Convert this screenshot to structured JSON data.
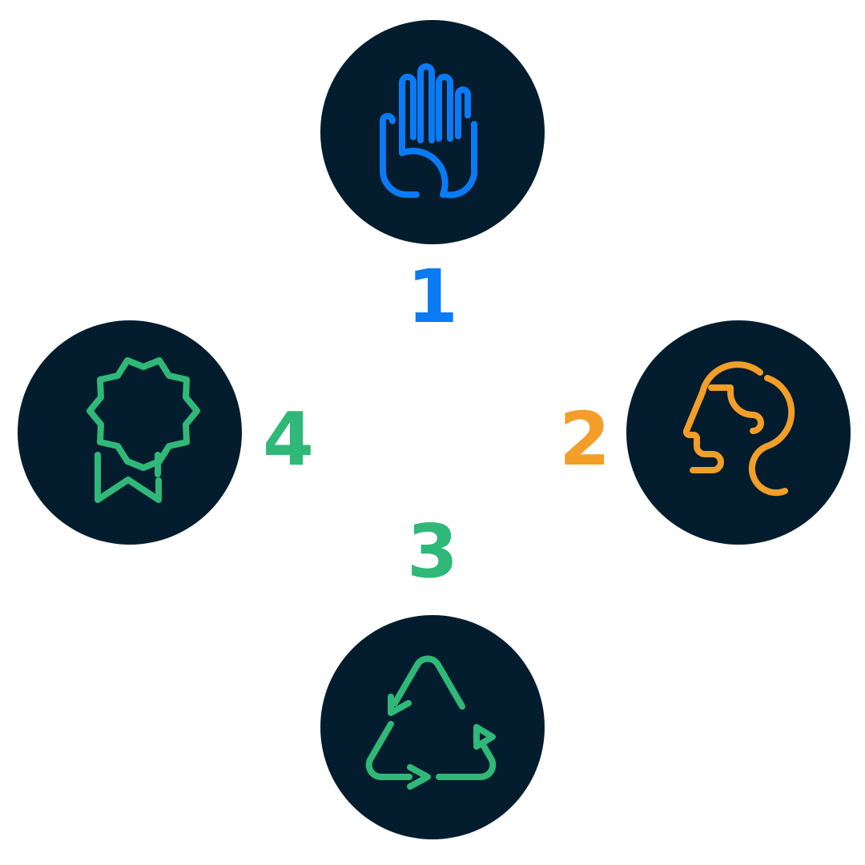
{
  "colors": {
    "background_circle": "#031d2e",
    "step1": "#0a7bf5",
    "step2": "#f29e28",
    "step3": "#2fb877",
    "step4": "#2fb877"
  },
  "steps": [
    {
      "number": "1",
      "icon": "hand-stop-icon"
    },
    {
      "number": "2",
      "icon": "human-head-profile-icon"
    },
    {
      "number": "3",
      "icon": "recycle-icon"
    },
    {
      "number": "4",
      "icon": "award-badge-icon"
    }
  ]
}
